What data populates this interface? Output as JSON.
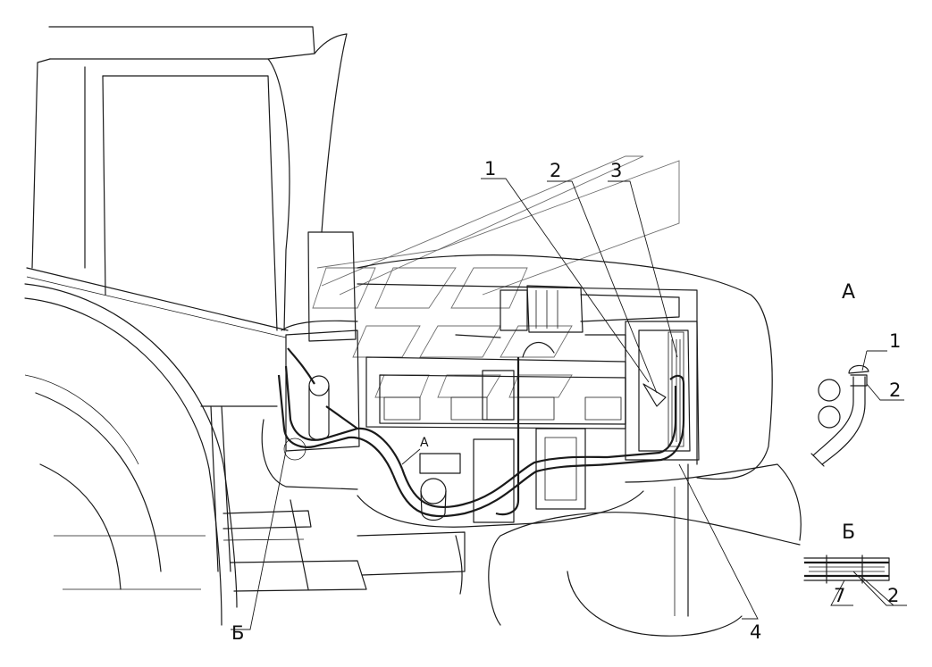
{
  "callouts": {
    "c1": "1",
    "c2": "2",
    "c3": "3",
    "c4": "4",
    "cB": "Б",
    "cA_small": "А"
  },
  "detail_a": {
    "title": "А",
    "c1": "1",
    "c2": "2"
  },
  "detail_b": {
    "title": "Б",
    "c7": "7",
    "c2": "2"
  }
}
